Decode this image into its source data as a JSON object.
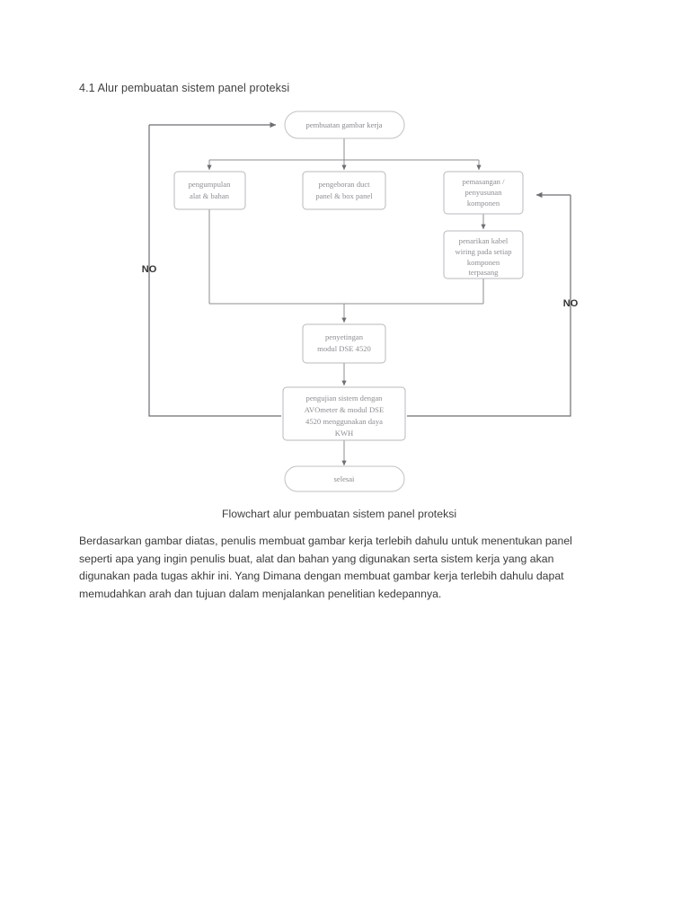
{
  "document": {
    "heading": "4.1 Alur pembuatan sistem panel proteksi",
    "caption": "Flowchart alur pembuatan sistem panel proteksi",
    "body_paragraph": "Berdasarkan gambar diatas, penulis membuat gambar kerja terlebih dahulu untuk menentukan panel seperti apa yang ingin penulis buat, alat dan bahan yang digunakan serta sistem kerja yang akan digunakan pada tugas akhir ini. Yang Dimana dengan membuat gambar kerja terlebih dahulu dapat memudahkan arah dan tujuan dalam menjalankan penelitian kedepannya."
  },
  "flowchart": {
    "nodes": {
      "start": "pembuatan gambar kerja",
      "collect_line1": "pengumpulan",
      "collect_line2": "alat & bahan",
      "drill_line1": "pengeboran duct",
      "drill_line2": "panel & box panel",
      "install_line1": "pemasangan /",
      "install_line2": "penyusunan",
      "install_line3": "komponen",
      "wiring_line1": "penarikan kabel",
      "wiring_line2": "wiring pada setiap",
      "wiring_line3": "komponen",
      "wiring_line4": "terpasang",
      "setting_line1": "penyetingan",
      "setting_line2": "modul DSE 4520",
      "testing_line1": "pengujian sistem dengan",
      "testing_line2": "AVOmeter & modul DSE",
      "testing_line3": "4520 menggunakan daya",
      "testing_line4": "KWH",
      "end": "selesai"
    },
    "labels": {
      "no_left": "NO",
      "no_right": "NO"
    },
    "colors": {
      "node_border": "#b9b9bd",
      "node_text": "#8e8e93",
      "connector": "#8c8c90",
      "label_text": "#333333",
      "page_background": "#ffffff"
    }
  }
}
